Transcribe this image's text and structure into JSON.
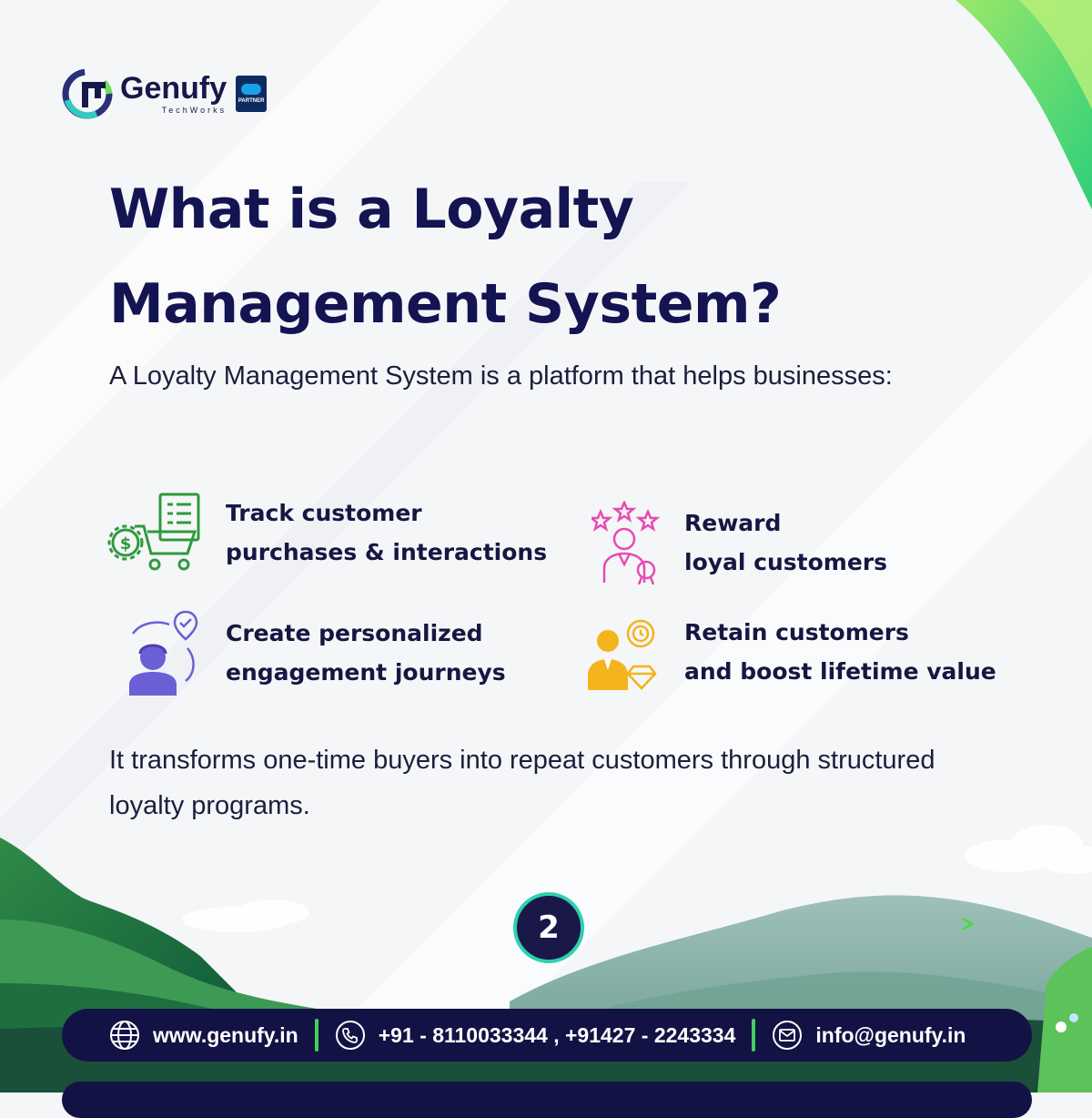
{
  "brand": {
    "name": "Genufy",
    "tagline": "TechWorks",
    "partner_badge": "PARTNER"
  },
  "title": {
    "line1": "What is a Loyalty",
    "line2": "Management System?"
  },
  "intro": "A Loyalty Management System is a platform that helps businesses:",
  "features": [
    {
      "icon": "shopping-cart-icon",
      "line1": "Track customer",
      "line2": "purchases & interactions",
      "color": "#2e9a3c"
    },
    {
      "icon": "reward-award-icon",
      "line1": "Reward",
      "line2": "loyal customers",
      "color": "#e64bb0"
    },
    {
      "icon": "personalized-journey-icon",
      "line1": "Create personalized",
      "line2": "engagement journeys",
      "color": "#6b5fd6"
    },
    {
      "icon": "retention-value-icon",
      "line1": "Retain customers",
      "line2": "and boost lifetime value",
      "color": "#f3b41c"
    }
  ],
  "closing": "It transforms one-time buyers into repeat customers through structured loyalty programs.",
  "page_number": "2",
  "contact": {
    "website": "www.genufy.in",
    "phone": "+91 - 8110033344 , +91427 - 2243334",
    "email": "info@genufy.in"
  },
  "colors": {
    "navy": "#131245",
    "title": "#131451",
    "accent_green": "#3fd15a",
    "accent_teal": "#2fd0b0"
  }
}
